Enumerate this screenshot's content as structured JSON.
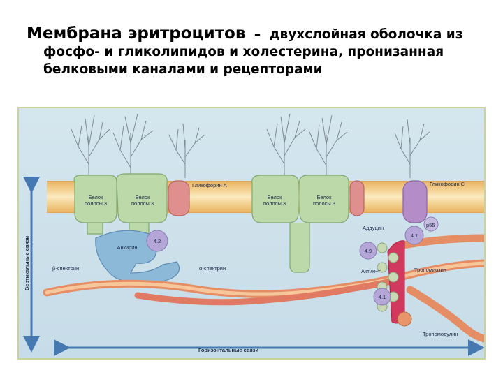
{
  "title": {
    "lead": "Мембрана эритроцитов",
    "dash": "–",
    "line1": "двухслойная оболочка из",
    "line2": "фосфо- и гликолипидов и холестерина, пронизанная",
    "line3": "белковыми каналами и рецепторами"
  },
  "diagram": {
    "band3": "Белок полосы 3",
    "band3_line1": "Белок",
    "band3_line2": "полосы 3",
    "glycophorin_a": "Гликофорин А",
    "glycophorin_c": "Гликофорин С",
    "ankyrin": "Анкирин",
    "protein_42": "4.2",
    "protein_41": "4.1",
    "protein_49": "4.9",
    "p55": "p55",
    "adducin": "Аддуцин",
    "actin": "Актин",
    "tropomyosin": "Тропомиозин",
    "tropomodulin": "Тропомодулин",
    "beta_spectrin": "β-спектрин",
    "alpha_spectrin": "α-спектрин",
    "vertical_links": "Вертикальные связи",
    "horizontal_links": "Горизонтальные связи"
  }
}
